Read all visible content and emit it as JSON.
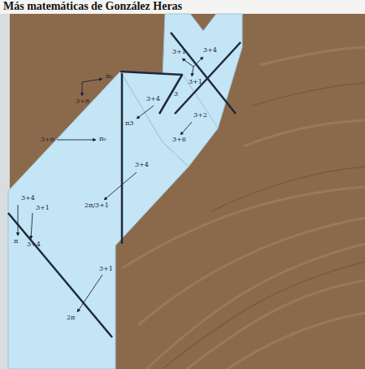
{
  "diagram": {
    "title": "Más matemáticas de González Heras",
    "labels": [
      "3+1",
      "3+4",
      "3+1",
      "3",
      "3+2",
      "3+6",
      "π₆",
      "3+8",
      "3+4",
      "π3",
      "3+6",
      "π₆",
      "3+4",
      "2π/3+1",
      "3+4",
      "3+1",
      "π",
      "3+4",
      "3+1",
      "2π"
    ]
  }
}
